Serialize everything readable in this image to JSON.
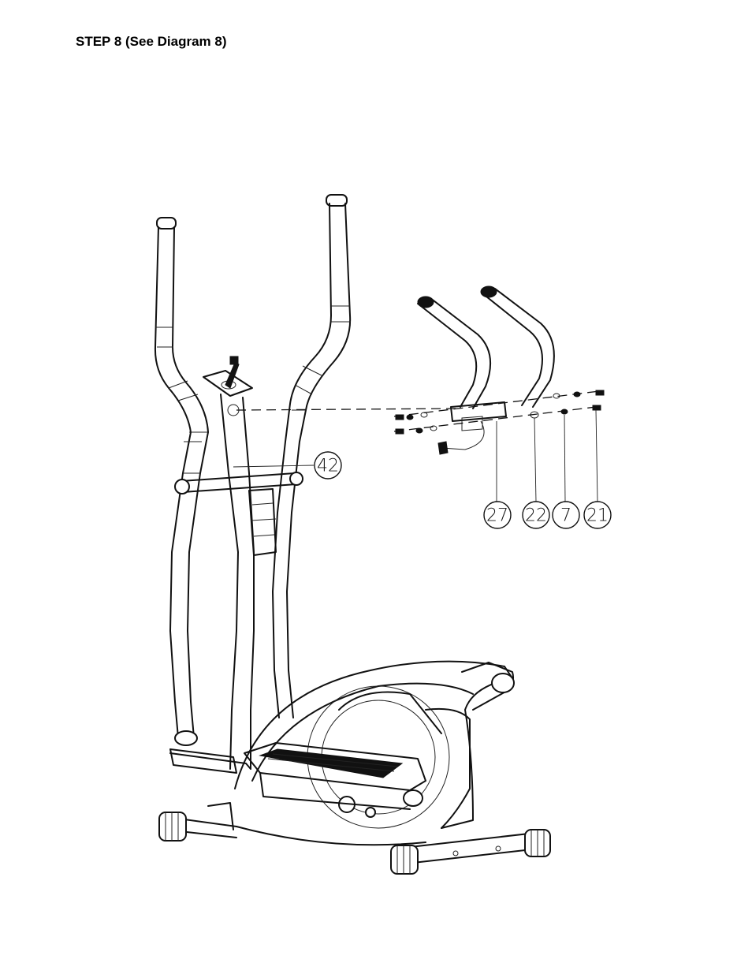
{
  "heading": "STEP 8 (See Diagram 8)",
  "callouts": [
    {
      "id": "part-42",
      "label": "42"
    },
    {
      "id": "part-27",
      "label": "27"
    },
    {
      "id": "part-22",
      "label": "22"
    },
    {
      "id": "part-7",
      "label": "7"
    },
    {
      "id": "part-21",
      "label": "21"
    }
  ]
}
